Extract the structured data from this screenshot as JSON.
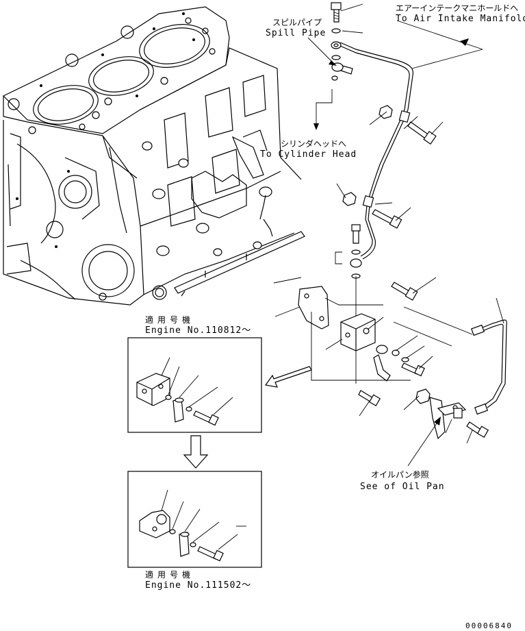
{
  "labels": {
    "spill_pipe_jp": "スピルパイプ",
    "spill_pipe_en": "Spill Pipe",
    "air_intake_jp": "エアーインテークマニホールドへ",
    "air_intake_en": "To Air Intake Manifold",
    "cyl_head_jp": "シリンダヘッドへ",
    "cyl_head_en": "To Cylinder Head",
    "engine_no_1_jp": "適用号機",
    "engine_no_1_en": "Engine No.110812～",
    "engine_no_2_jp": "適用号機",
    "engine_no_2_en": "Engine No.111502～",
    "oil_pan_jp": "オイルパン参照",
    "oil_pan_en": "See of Oil Pan",
    "drawing_code": "00006840"
  }
}
